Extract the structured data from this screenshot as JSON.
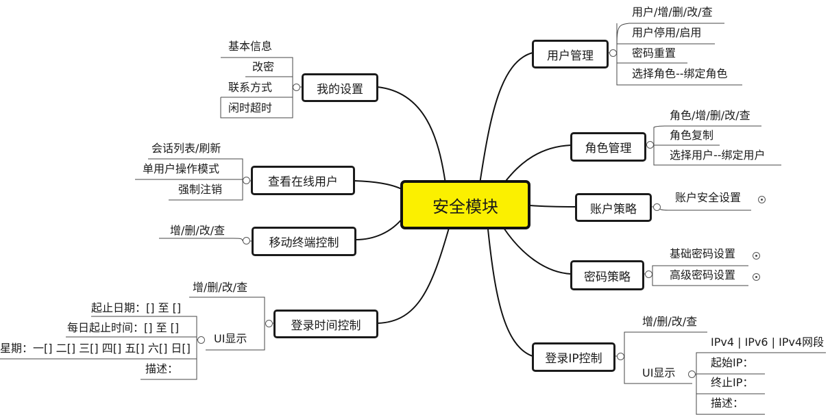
{
  "root": {
    "label": "安全模块",
    "color": "#fbf000"
  },
  "right": {
    "user_mgmt": {
      "label": "用户管理",
      "items": [
        "用户/增/删/改/查",
        "用户停用/启用",
        "密码重置",
        "选择角色--绑定角色"
      ]
    },
    "role_mgmt": {
      "label": "角色管理",
      "items": [
        "角色/增/删/改/查",
        "角色复制",
        "选择用户--绑定用户"
      ]
    },
    "account_policy": {
      "label": "账户策略",
      "items": [
        "账户安全设置"
      ]
    },
    "password_policy": {
      "label": "密码策略",
      "items": [
        "基础密码设置",
        "高级密码设置"
      ]
    },
    "login_ip": {
      "label": "登录IP控制",
      "crud": "增/删/改/查",
      "ui_label": "UI显示",
      "ui_items": [
        "IPv4 | IPv6 | IPv4网段",
        "起始IP：",
        "终止IP：",
        "描述："
      ]
    }
  },
  "left": {
    "my_settings": {
      "label": "我的设置",
      "items": [
        "基本信息",
        "改密",
        "联系方式",
        "闲时超时"
      ]
    },
    "online_users": {
      "label": "查看在线用户",
      "items": [
        "会话列表/刷新",
        "单用户操作模式",
        "强制注销"
      ]
    },
    "mobile_control": {
      "label": "移动终端控制",
      "items": [
        "增/删/改/查"
      ]
    },
    "login_time": {
      "label": "登录时间控制",
      "crud": "增/删/改/查",
      "ui_label": "UI显示",
      "ui_items": [
        "起止日期：[] 至 []",
        "每日起止时间：[] 至 []",
        "星期：一[] 二[] 三[] 四[] 五[] 六[] 日[]",
        "描述："
      ]
    }
  }
}
